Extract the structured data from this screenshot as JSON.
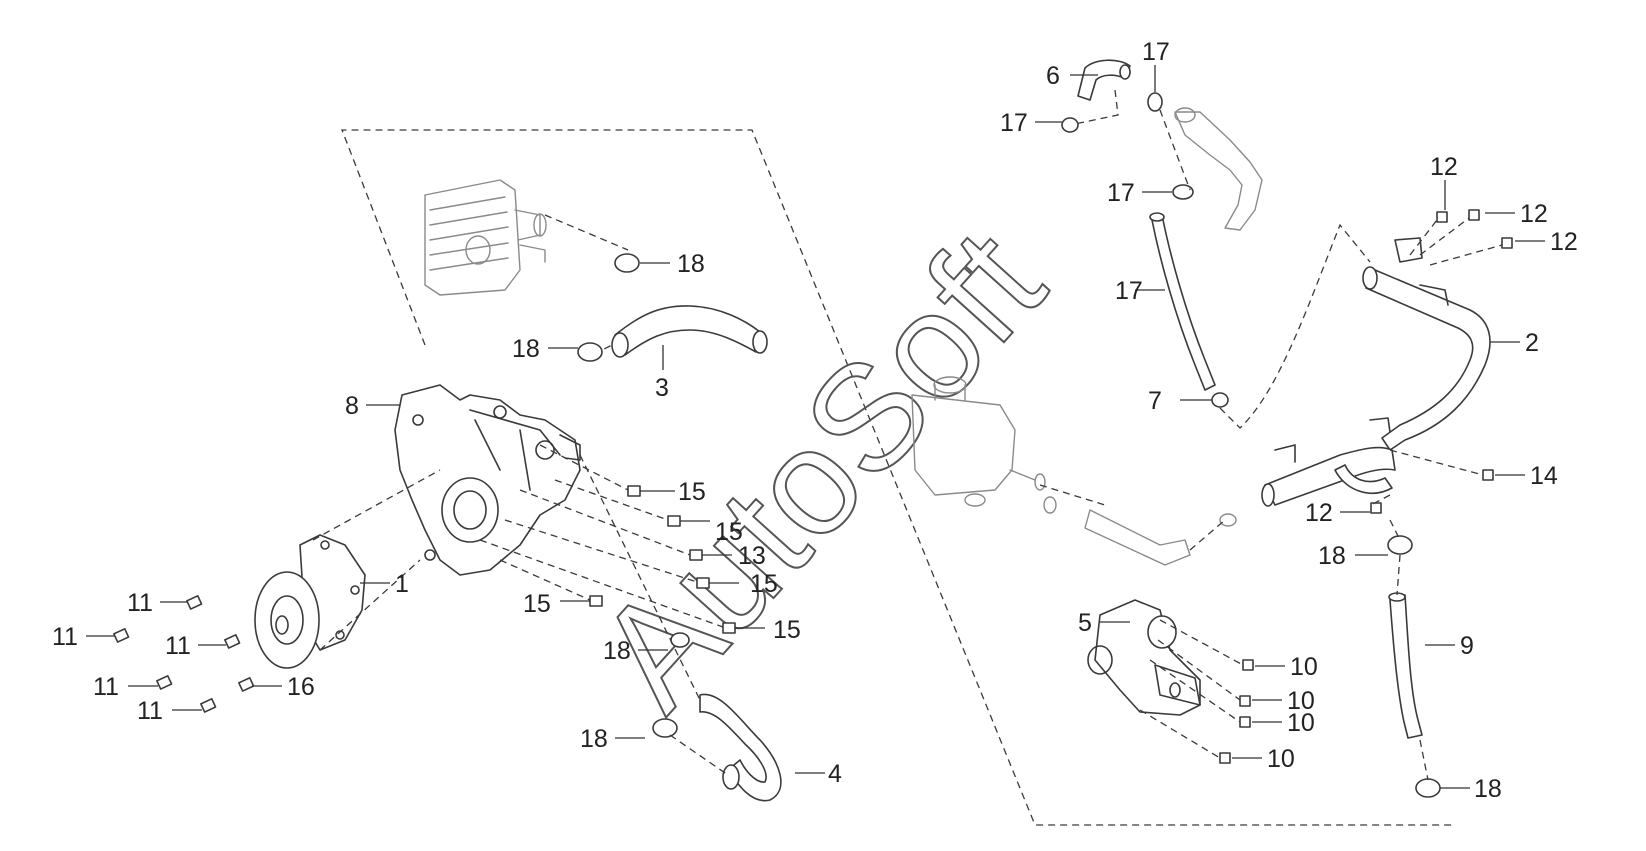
{
  "watermark": "AutoSoft",
  "callouts": [
    {
      "id": "c8",
      "text": "8"
    },
    {
      "id": "c1",
      "text": "1"
    },
    {
      "id": "c3",
      "text": "3"
    },
    {
      "id": "c4",
      "text": "4"
    },
    {
      "id": "c18a",
      "text": "18"
    },
    {
      "id": "c18b",
      "text": "18"
    },
    {
      "id": "c18c",
      "text": "18"
    },
    {
      "id": "c18d",
      "text": "18"
    },
    {
      "id": "c18e",
      "text": "18"
    },
    {
      "id": "c18f",
      "text": "18"
    },
    {
      "id": "c15a",
      "text": "15"
    },
    {
      "id": "c15b",
      "text": "15"
    },
    {
      "id": "c15c",
      "text": "15"
    },
    {
      "id": "c15d",
      "text": "15"
    },
    {
      "id": "c15e",
      "text": "15"
    },
    {
      "id": "c13",
      "text": "13"
    },
    {
      "id": "c11a",
      "text": "11"
    },
    {
      "id": "c11b",
      "text": "11"
    },
    {
      "id": "c11c",
      "text": "11"
    },
    {
      "id": "c11d",
      "text": "11"
    },
    {
      "id": "c11e",
      "text": "11"
    },
    {
      "id": "c16",
      "text": "16"
    },
    {
      "id": "c6",
      "text": "6"
    },
    {
      "id": "c17a",
      "text": "17"
    },
    {
      "id": "c17b",
      "text": "17"
    },
    {
      "id": "c17c",
      "text": "17"
    },
    {
      "id": "c17d",
      "text": "17"
    },
    {
      "id": "c7",
      "text": "7"
    },
    {
      "id": "c12a",
      "text": "12"
    },
    {
      "id": "c12b",
      "text": "12"
    },
    {
      "id": "c12c",
      "text": "12"
    },
    {
      "id": "c12d",
      "text": "12"
    },
    {
      "id": "c2",
      "text": "2"
    },
    {
      "id": "c14",
      "text": "14"
    },
    {
      "id": "c5",
      "text": "5"
    },
    {
      "id": "c10a",
      "text": "10"
    },
    {
      "id": "c10b",
      "text": "10"
    },
    {
      "id": "c10c",
      "text": "10"
    },
    {
      "id": "c10d",
      "text": "10"
    },
    {
      "id": "c9",
      "text": "9"
    }
  ]
}
